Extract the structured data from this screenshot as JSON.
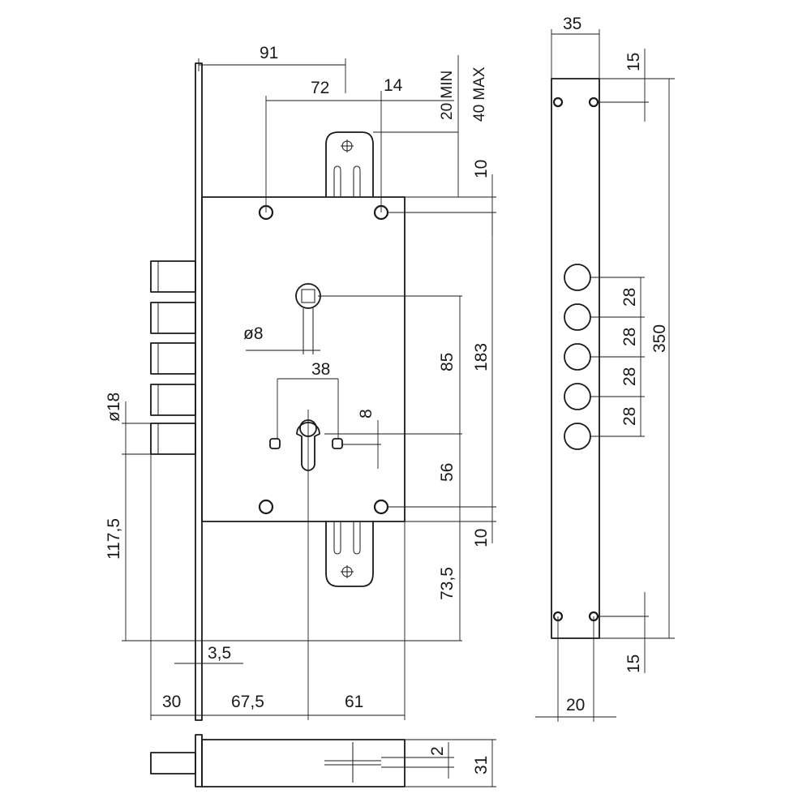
{
  "dimensions": {
    "top_91": "91",
    "top_72": "72",
    "top_14": "14",
    "offset_20min": "20 MIN",
    "offset_40max": "40 MAX",
    "right_10_top": "10",
    "spindle_85": "85",
    "overall_183": "183",
    "diameter_8": "ø8",
    "cyl_38": "38",
    "cyl_8": "8",
    "cyl_56": "56",
    "right_10_bottom": "10",
    "bottom_73_5": "73,5",
    "bolt_diameter_18": "ø18",
    "bolt_117_5": "117,5",
    "plate_3_5": "3,5",
    "bottom_30": "30",
    "bottom_67_5": "67,5",
    "bottom_61": "61",
    "side_35": "35",
    "side_15_top": "15",
    "pitch_28_a": "28",
    "pitch_28_b": "28",
    "pitch_28_c": "28",
    "pitch_28_d": "28",
    "length_350": "350",
    "side_15_bottom": "15",
    "side_20": "20",
    "section_2": "2",
    "section_31": "31"
  }
}
